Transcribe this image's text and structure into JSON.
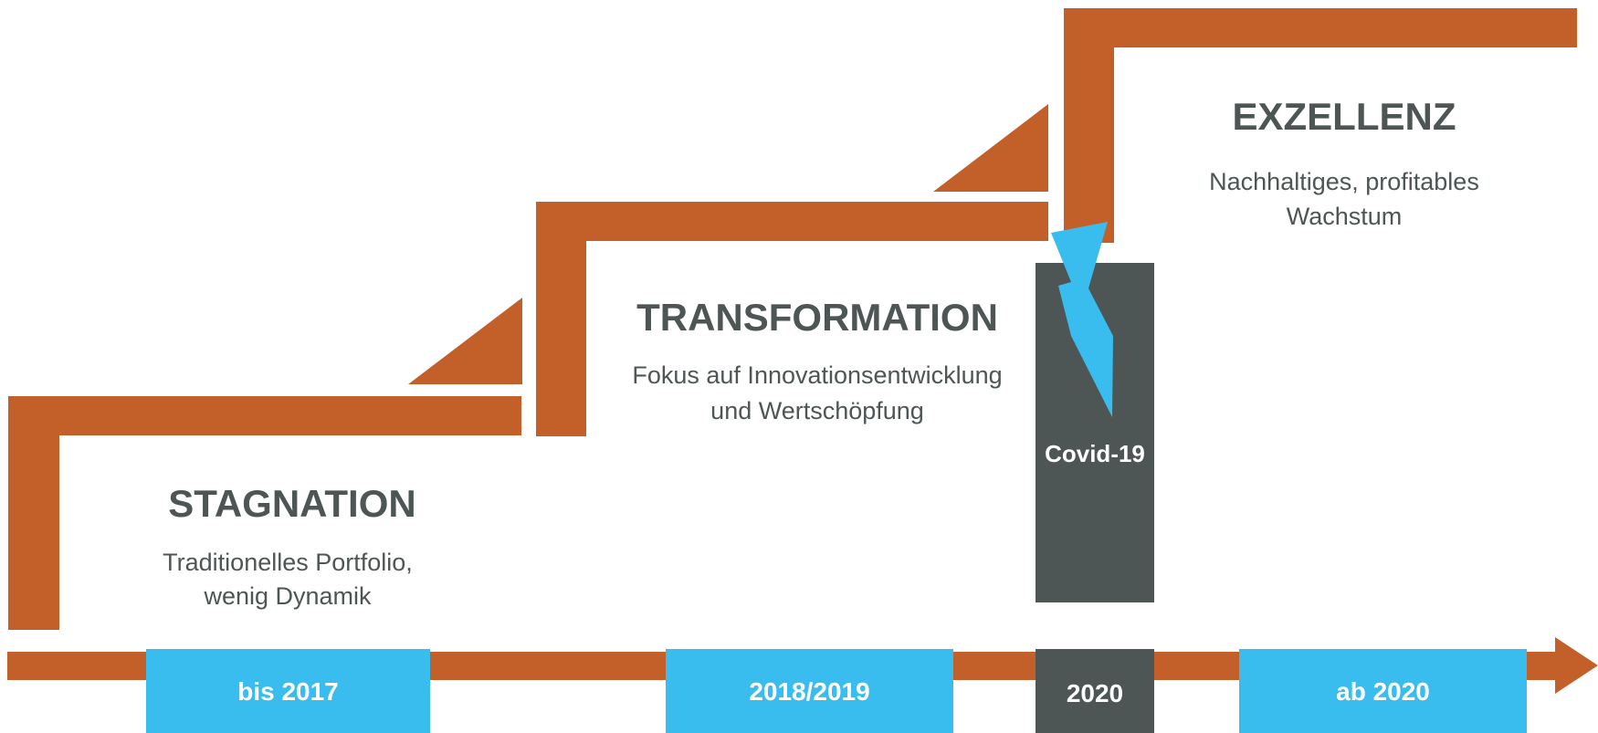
{
  "colors": {
    "accent": "#c35f28",
    "dark": "#4d5555",
    "blue": "#38bdee",
    "white": "#ffffff"
  },
  "phases": [
    {
      "title": "STAGNATION",
      "desc_line1": "Traditionelles Portfolio,",
      "desc_line2": "wenig Dynamik",
      "period": "bis 2017"
    },
    {
      "title": "TRANSFORMATION",
      "desc_line1": "Fokus auf Innovationsentwicklung",
      "desc_line2": "und Wertschöpfung",
      "period": "2018/2019"
    },
    {
      "title": "EXZELLENZ",
      "desc_line1": "Nachhaltiges, profitables",
      "desc_line2": "Wachstum",
      "period": "ab 2020"
    }
  ],
  "covid": {
    "label": "Covid-19",
    "year": "2020",
    "icon": "lightning-bolt-icon"
  },
  "timeline": {
    "icon": "arrow-right-icon"
  }
}
